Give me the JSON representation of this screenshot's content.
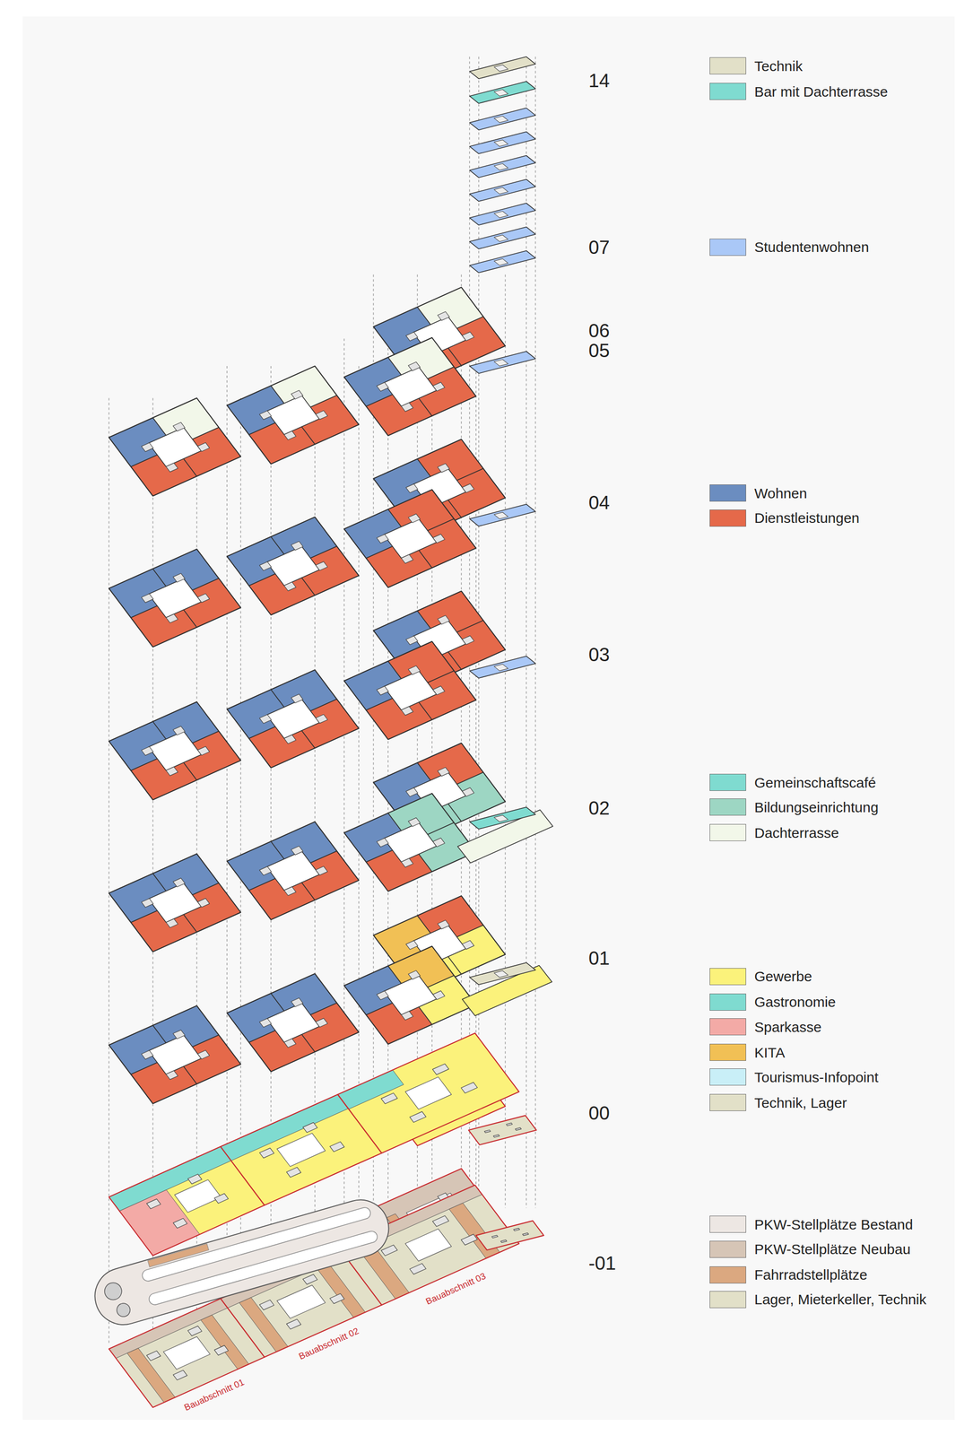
{
  "diagram": {
    "labels": [
      "14",
      "07",
      "06",
      "05",
      "04",
      "03",
      "02",
      "01",
      "00",
      "-01",
      "Bauabschnitt 01",
      "Bauabschnitt 02",
      "Bauabschnitt 03"
    ],
    "legend": [
      {
        "text": "Technik",
        "color": "#e2e0c8"
      },
      {
        "text": "Bar mit Dachterrasse",
        "color": "#7fdbd0"
      },
      {
        "text": "Studentenwohnen",
        "color": "#aac8f7"
      },
      {
        "text": "Wohnen",
        "color": "#6b8dc0"
      },
      {
        "text": "Dienstleistungen",
        "color": "#e5694a"
      },
      {
        "text": "Gemeinschaftscafé",
        "color": "#7fdbd0"
      },
      {
        "text": "Bildungseinrichtung",
        "color": "#9dd6c3"
      },
      {
        "text": "Dachterrasse",
        "color": "#f2f7e9"
      },
      {
        "text": "Gewerbe",
        "color": "#fbf27b"
      },
      {
        "text": "Gastronomie",
        "color": "#7fdbd0"
      },
      {
        "text": "Sparkasse",
        "color": "#f3aaa6"
      },
      {
        "text": "KITA",
        "color": "#f1c055"
      },
      {
        "text": "Tourismus-Infopoint",
        "color": "#c9eff7"
      },
      {
        "text": "Technik, Lager",
        "color": "#e2e0c8"
      },
      {
        "text": "PKW-Stellplätze Bestand",
        "color": "#ede7e3"
      },
      {
        "text": "PKW-Stellplätze Neubau",
        "color": "#d6c5b6"
      },
      {
        "text": "Fahrradstellplätze",
        "color": "#dba880"
      },
      {
        "text": "Lager, Mieterkeller, Technik",
        "color": "#e2e0c8"
      }
    ]
  }
}
